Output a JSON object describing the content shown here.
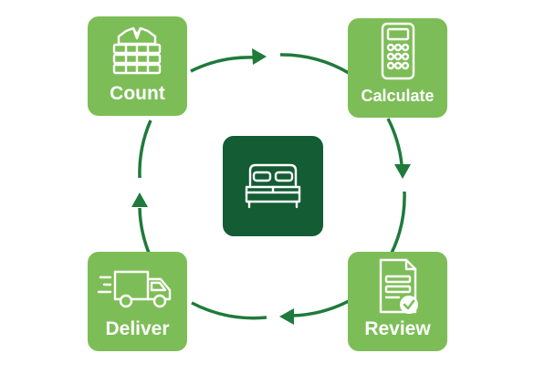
{
  "colors": {
    "tile_green": "#7dbd57",
    "center_green": "#135c34",
    "arrow_green": "#1f7a3b",
    "text_white": "#ffffff"
  },
  "center": {
    "icon": "bed-icon"
  },
  "steps": [
    {
      "label": "Count",
      "icon": "shirt-stack-icon"
    },
    {
      "label": "Calculate",
      "icon": "calculator-icon"
    },
    {
      "label": "Review",
      "icon": "document-check-icon"
    },
    {
      "label": "Deliver",
      "icon": "delivery-truck-icon"
    }
  ]
}
